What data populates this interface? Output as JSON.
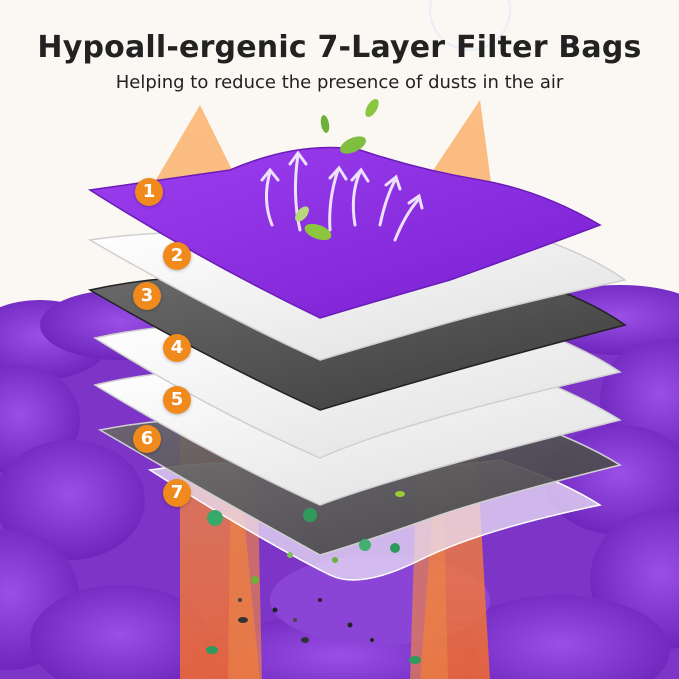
{
  "header": {
    "title": "Hypoall-ergenic 7-Layer Filter Bags",
    "subtitle": "Helping to reduce the presence of dusts in the air"
  },
  "layers": [
    {
      "number": "1",
      "color": "#8a2be2"
    },
    {
      "number": "2",
      "color": "#f2f2f2"
    },
    {
      "number": "3",
      "color": "#4a4a4a"
    },
    {
      "number": "4",
      "color": "#f2f2f2"
    },
    {
      "number": "5",
      "color": "#f4f4f4"
    },
    {
      "number": "6",
      "color": "#6b6b6b"
    },
    {
      "number": "7",
      "color": "#e8dff5"
    }
  ],
  "colors": {
    "accent": "#f18a1c",
    "purple": "#8a2be2",
    "background_purple": "#7a2fc6"
  }
}
